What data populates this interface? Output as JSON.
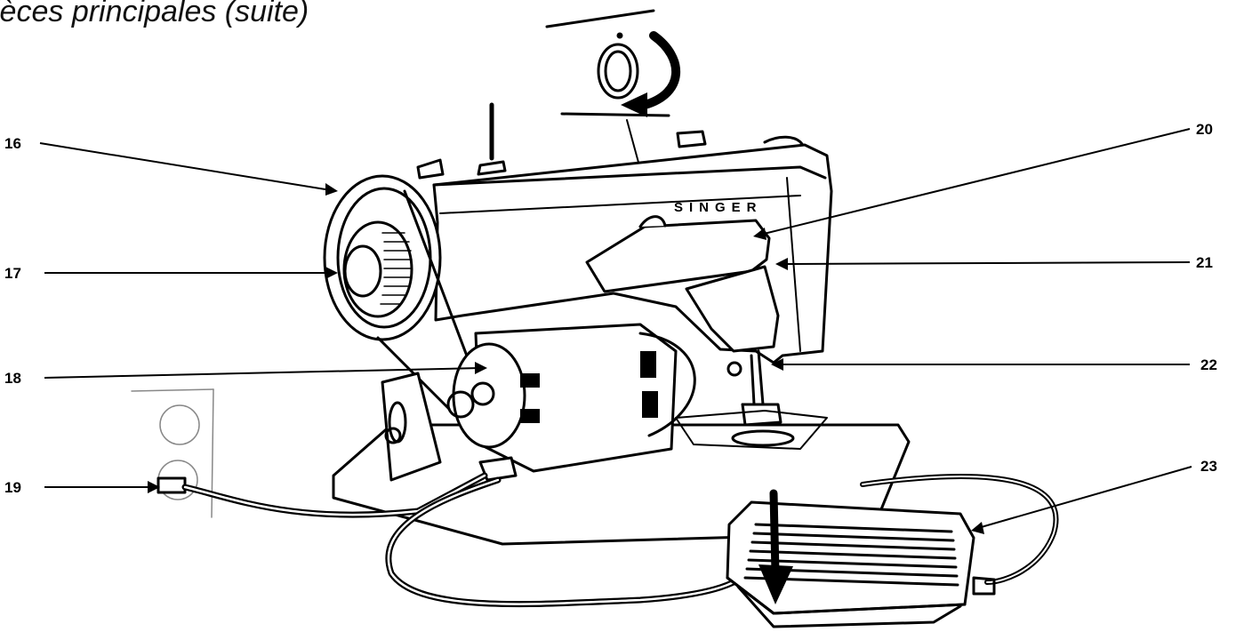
{
  "heading": "ièces principales (suite)",
  "brand": "SINGER",
  "callouts": [
    "16",
    "17",
    "18",
    "19",
    "20",
    "21",
    "22",
    "23"
  ]
}
